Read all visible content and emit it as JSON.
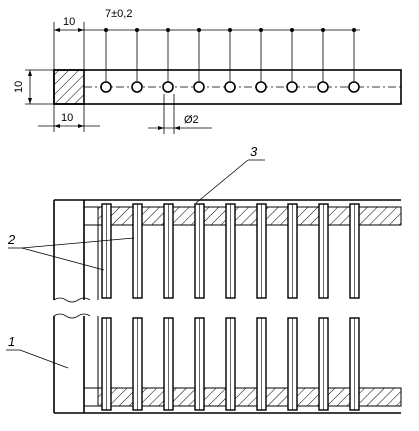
{
  "drawing": {
    "top_view": {
      "dim_top_width": "10",
      "dim_pitch": "7±0,2",
      "dim_height": "10",
      "dim_bottom_width": "10",
      "dim_hole": "Ø2",
      "hole_count": 9
    },
    "section_view": {
      "callout_1": "1",
      "callout_2": "2",
      "callout_3": "3",
      "pins_per_row": 9
    }
  }
}
